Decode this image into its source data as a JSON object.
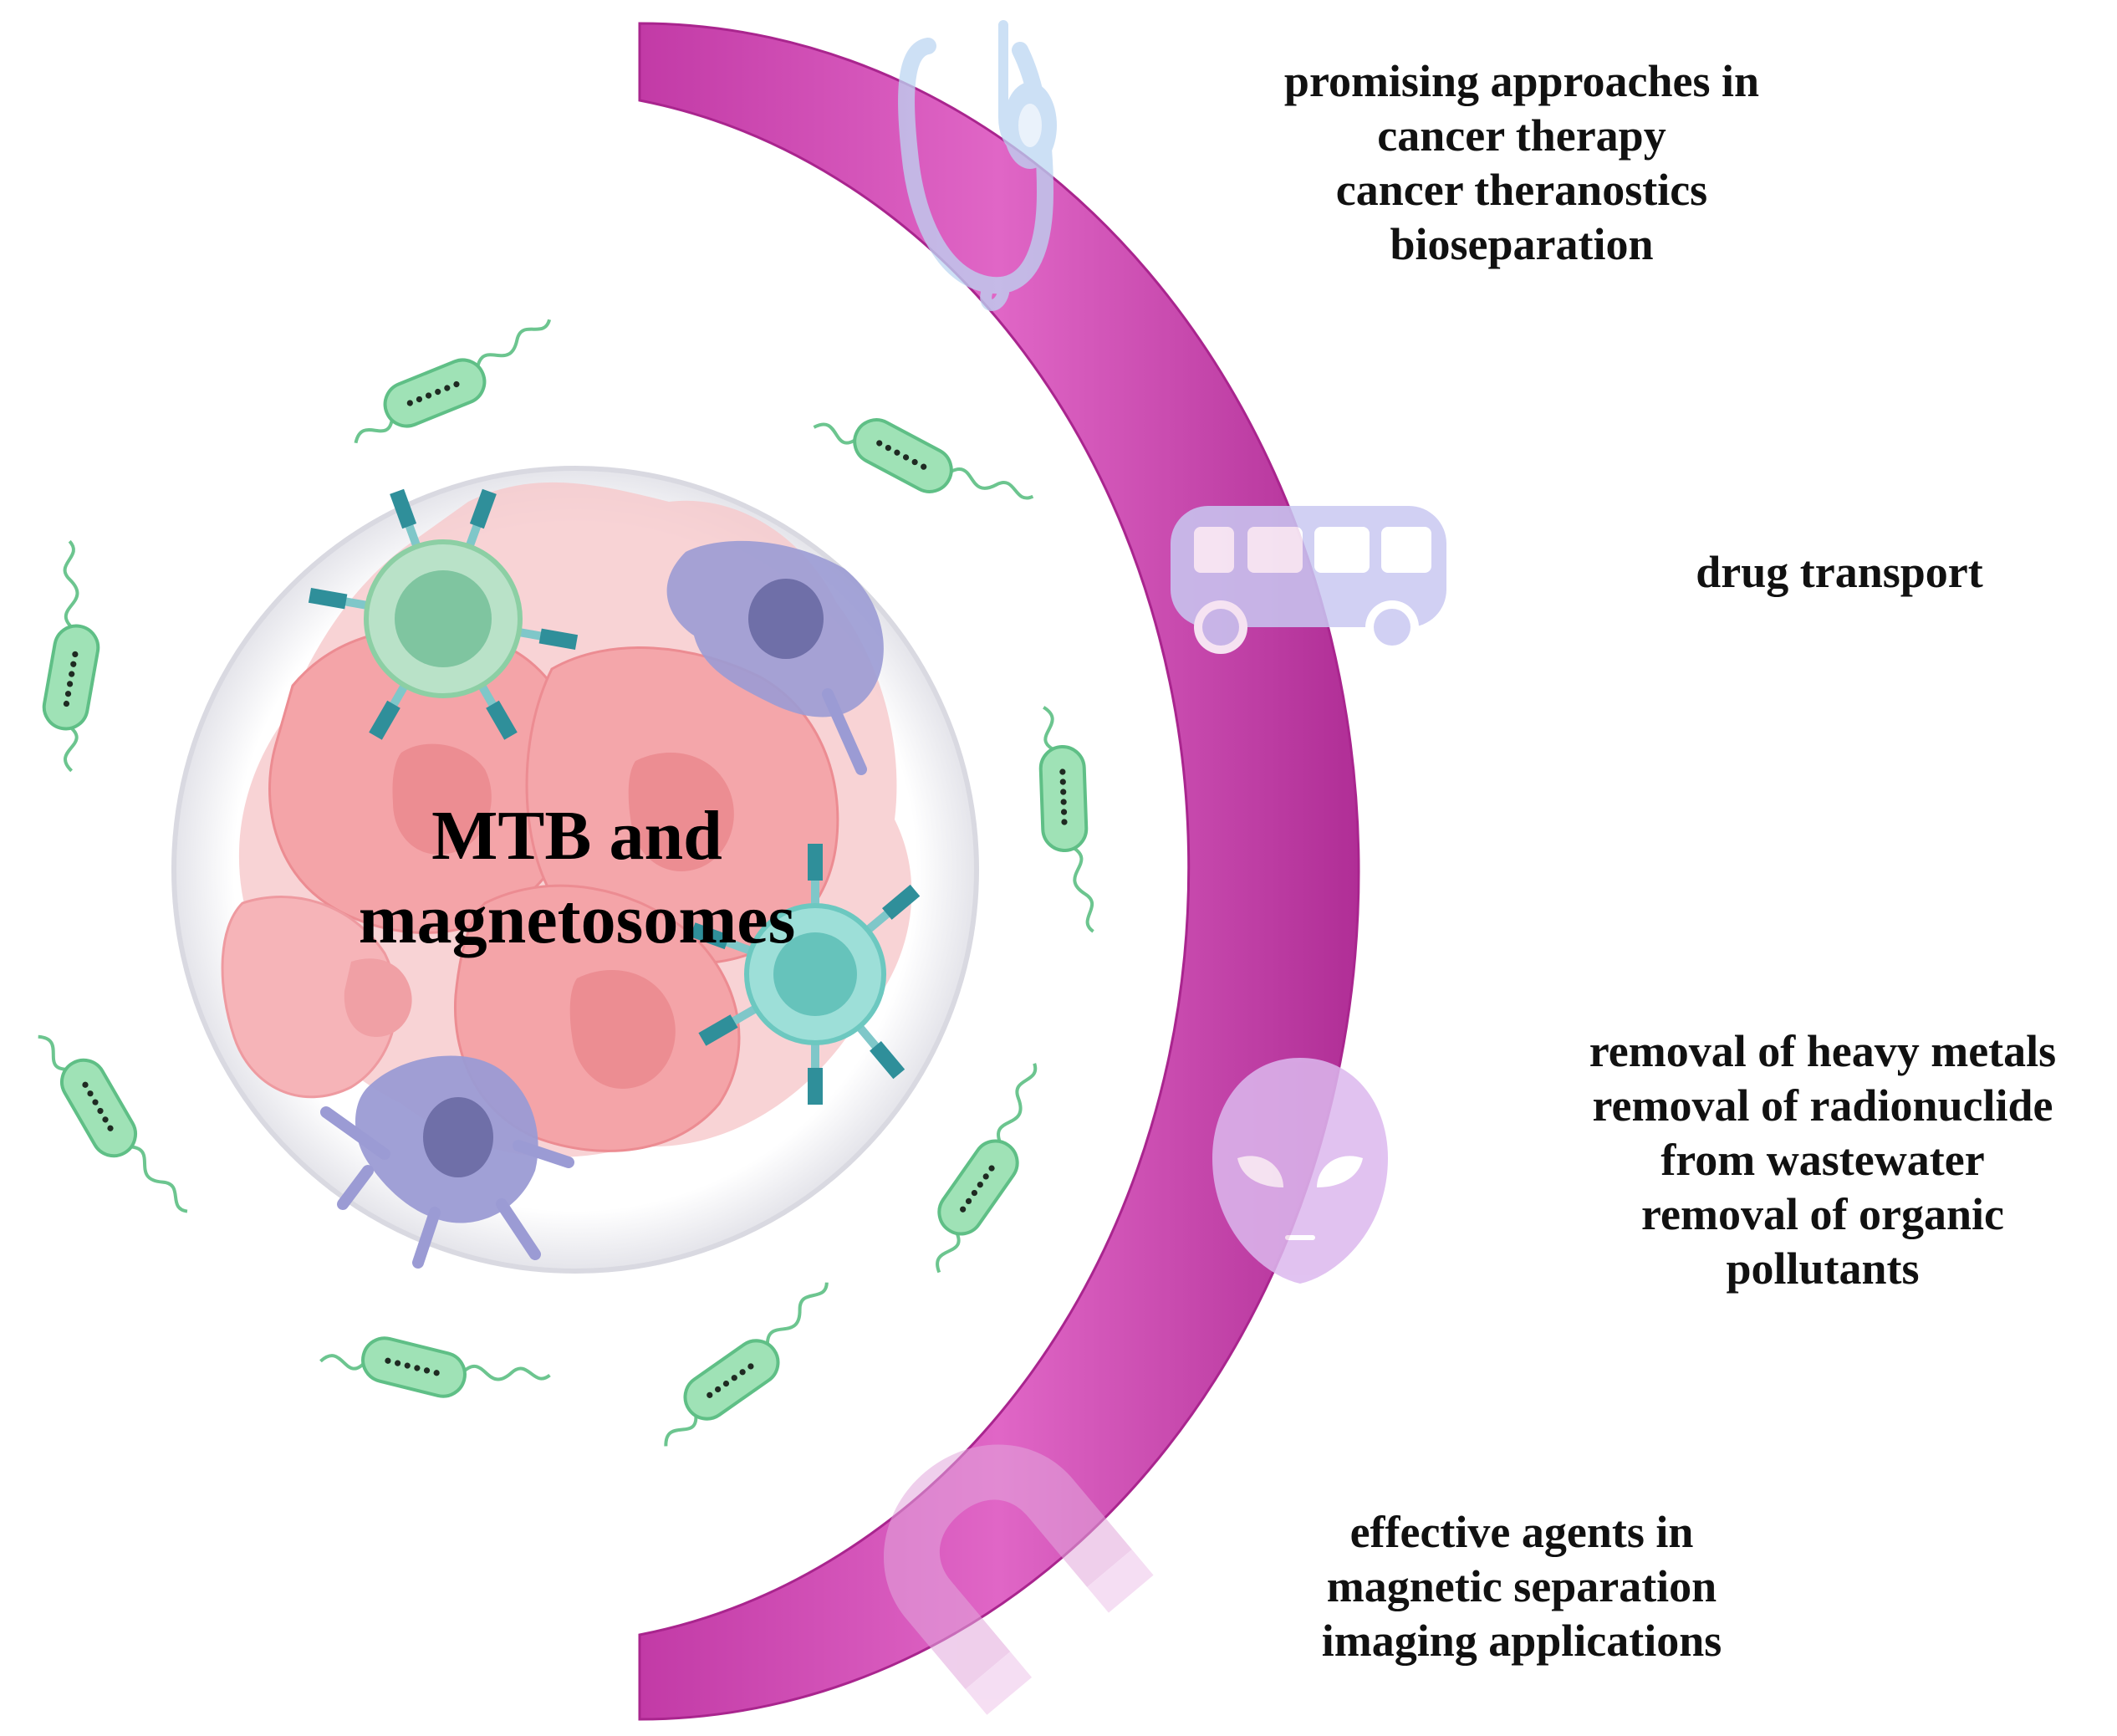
{
  "center": {
    "line1": "MTB and",
    "line2": "magnetosomes"
  },
  "groups": [
    {
      "icon": "stethoscope-icon",
      "lines": [
        "promising approaches in",
        "cancer therapy",
        "cancer theranostics",
        "bioseparation"
      ]
    },
    {
      "icon": "bus-icon",
      "lines": [
        "drug transport"
      ]
    },
    {
      "icon": "alien-icon",
      "lines": [
        "removal of heavy metals",
        "removal of radionuclide",
        "from wastewater",
        "removal of organic",
        "pollutants"
      ]
    },
    {
      "icon": "magnet-icon",
      "lines": [
        "effective agents in",
        "magnetic separation",
        "imaging applications"
      ]
    }
  ],
  "colors": {
    "arc": "#d24fb5",
    "bacteria": "#8fdcaa",
    "tumor_cells": "#f49a9e",
    "icon_blue": "#bcd6f2",
    "icon_lavender": "#c9c8f2",
    "icon_purple": "#dcb8ee",
    "icon_pink": "#e8b9e0"
  }
}
